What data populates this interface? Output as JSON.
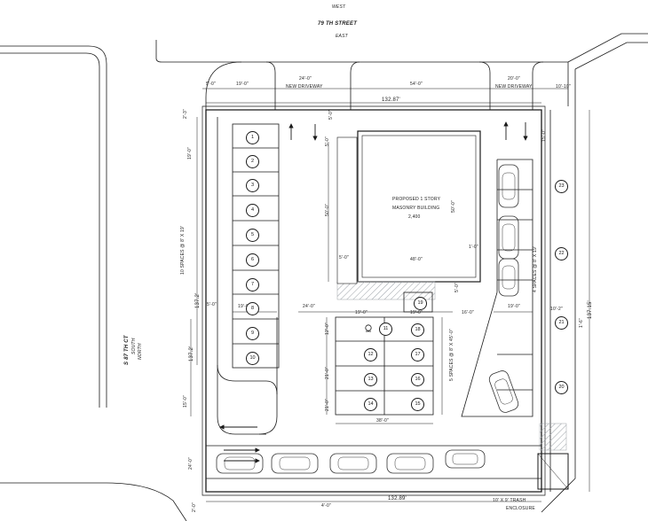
{
  "title": "Site Plan — Proposed 1 Story Masonry Building",
  "street": {
    "west": "WEST",
    "name": "79 TH STREET",
    "east": "EAST"
  },
  "side_street": {
    "south": "SOUTH",
    "name": "S 87 TH CT",
    "north": "NORTH"
  },
  "building": {
    "line1": "PROPOSED 1 STORY",
    "line2": "MASONRY BUILDING",
    "line3": "2,400",
    "width_label": "48'-0\"",
    "height_label": "50'-0\"",
    "offset_left": "5'-0\"",
    "offset_right": "1'-0\"",
    "depth_label": "50'-0\""
  },
  "top_dims": [
    {
      "text": "5'-0\""
    },
    {
      "text": "19'-0\""
    },
    {
      "text": "24'-0\""
    },
    {
      "text": "NEW DRIVEWAY"
    },
    {
      "text": "54'-0\""
    },
    {
      "text": "20'-0\""
    },
    {
      "text": "NEW DRIVEWAY"
    },
    {
      "text": "10'-10\""
    }
  ],
  "dims": {
    "top_overall": "132.87'",
    "left_upper": "137.2'",
    "left_lower": "137.2'",
    "right_overall": "137.15'",
    "bottom_overall": "132.89'",
    "row_width": "38'-0\"",
    "mid_19_0_a": "19'-0\"",
    "mid_24_0": "24'-0\"",
    "mid_19_0_b": "19'-0\"",
    "mid_19_0_c": "19'-0\"",
    "mid_16_0": "16'-0\"",
    "mid_19_0_d": "19'-0\"",
    "right_10_2": "10'-2\"",
    "right_1_6": "1'-6\"",
    "right_15_0": "15'-0\"",
    "left_2_3": "2'-3\"",
    "left_5_0_a": "5'-0\"",
    "left_19_0": "19'-0\"",
    "left_15_0": "15'-0\"",
    "left_24_0": "24'-0\"",
    "left_2_0": "2'-0\"",
    "bottom_4_0": "4'-0\"",
    "stall_12_0": "12'-0\"",
    "stall_21_0_a": "21'-0\"",
    "stall_21_0_b": "21'-0\"",
    "stall_5_0_a": "5'-0\"",
    "stall_5_0_b": "5'-0\""
  },
  "notes": {
    "left_spaces": "10 SPACES @ 8' X 19'",
    "right_spaces": "4 SPACES @ 8' X 19'",
    "mid_spaces": "5 SPACES @ 8' X 45'-0\"",
    "trash_line1": "10' X 9' TRASH",
    "trash_line2": "ENCLOSURE"
  },
  "stalls": {
    "left_column": [
      "1",
      "2",
      "3",
      "4",
      "5",
      "6",
      "7",
      "8",
      "9",
      "10"
    ],
    "middle_left": [
      "12",
      "13",
      "14"
    ],
    "middle_right": [
      "18",
      "17",
      "16",
      "15"
    ],
    "middle_top": [
      "19"
    ],
    "accessible": [
      "11"
    ],
    "right_column": [
      "23",
      "22",
      "21",
      "20"
    ]
  },
  "colors": {
    "line": "#1a1a1a",
    "hatch": "#9aa0a6",
    "text": "#222222",
    "car": "#333333"
  }
}
